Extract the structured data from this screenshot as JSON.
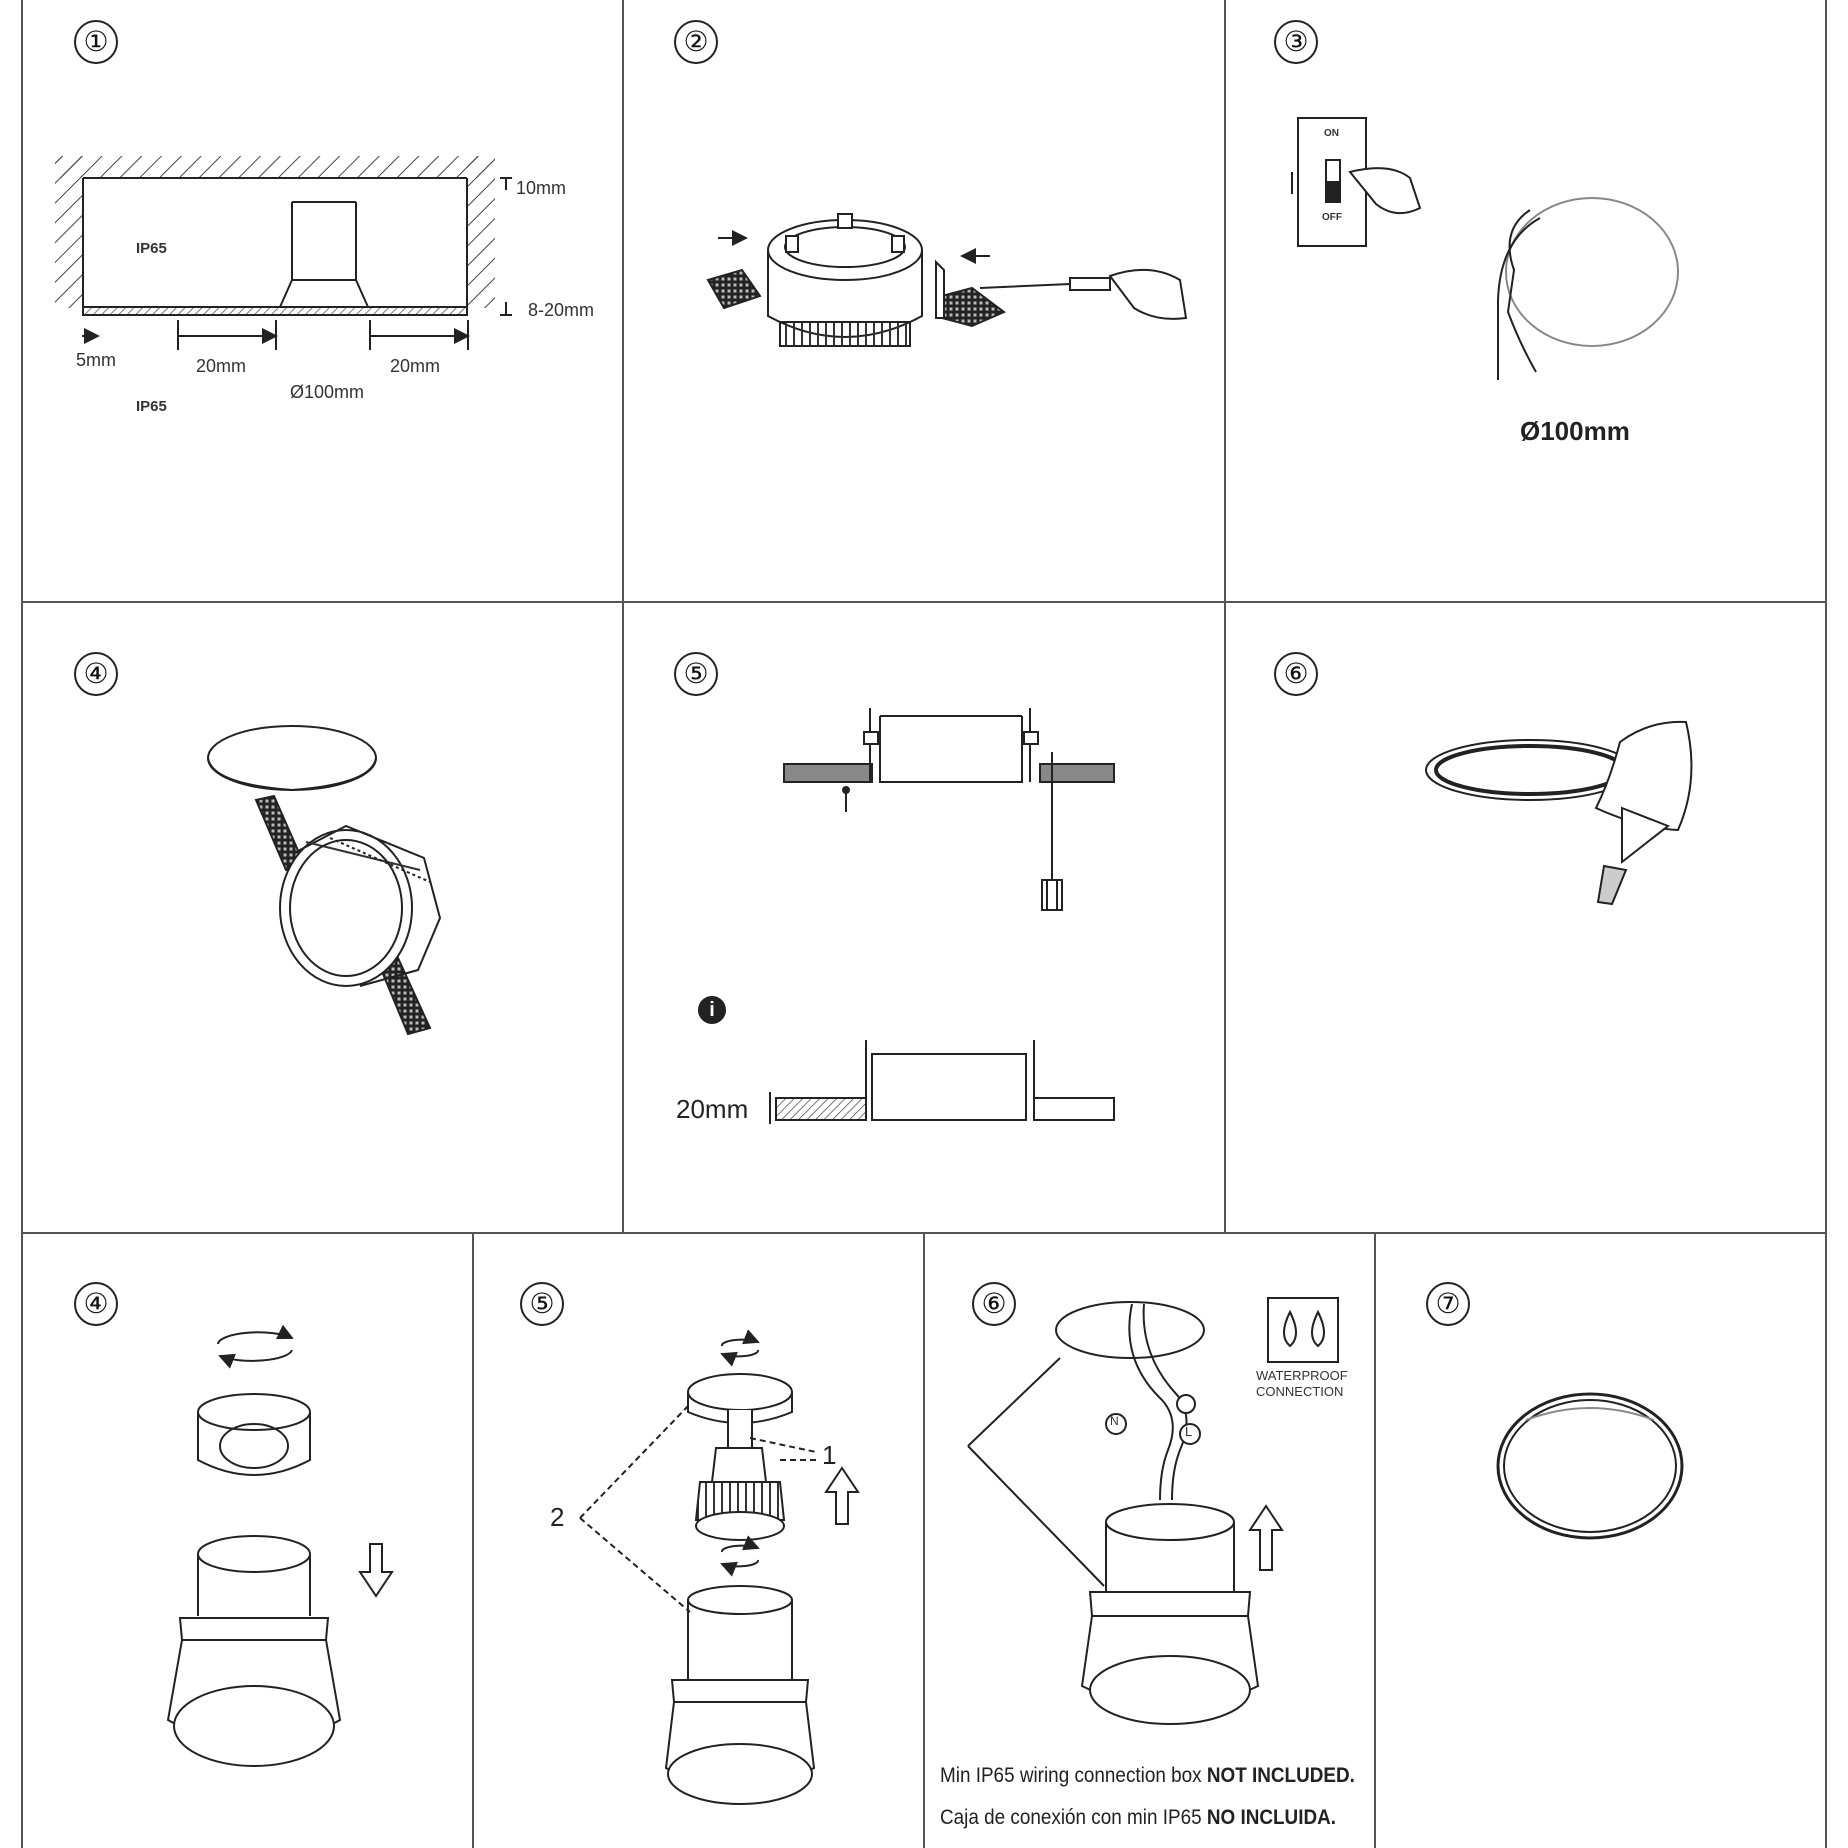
{
  "steps": {
    "s1": "①",
    "s2": "②",
    "s3": "③",
    "s4a": "④",
    "s5a": "⑤",
    "s6a": "⑥",
    "s4b": "④",
    "s5b": "⑤",
    "s6b": "⑥",
    "s7": "⑦"
  },
  "panel1": {
    "ip65_top": "IP65",
    "ip65_bottom": "IP65",
    "dim_10": "10mm",
    "dim_8_20": "8-20mm",
    "dim_5": "5mm",
    "dim_20_left": "20mm",
    "dim_20_right": "20mm",
    "dim_dia": "Ø100mm"
  },
  "panel3": {
    "switch_on": "ON",
    "switch_off": "OFF",
    "cutout_dia": "Ø100mm"
  },
  "panel5a": {
    "info_symbol": "i",
    "depth": "20mm"
  },
  "panel5b": {
    "callout_1": "1",
    "callout_2": "2"
  },
  "panel6b": {
    "terminal_n": "N",
    "terminal_l": "L",
    "badge_line1": "WATERPROOF",
    "badge_line2": "CONNECTION",
    "note_en_prefix": "Min IP65 wiring connection box ",
    "note_en_bold": "NOT INCLUDED.",
    "note_es_prefix": "Caja de conexión con min IP65 ",
    "note_es_bold": "NO INCLUIDA."
  },
  "colors": {
    "line": "#222222",
    "grid": "#555555",
    "hatch": "#444444",
    "fill_dark": "#333333",
    "fill_gray": "#999999"
  }
}
